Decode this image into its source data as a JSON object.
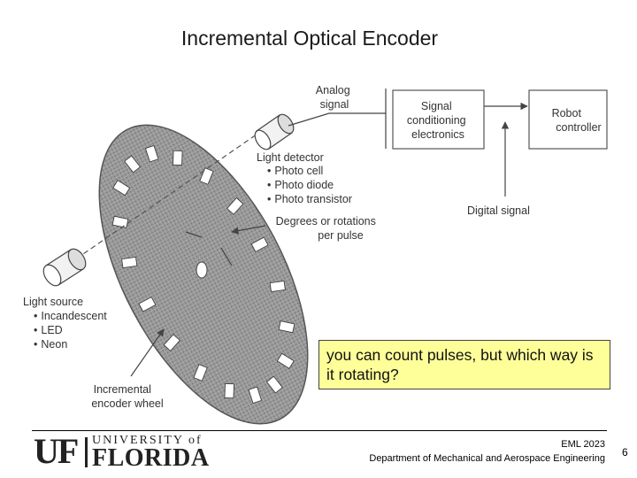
{
  "slide": {
    "title": "Incremental Optical Encoder",
    "callout": "you can count pulses, but which way is it rotating?",
    "page_number": "6"
  },
  "diagram": {
    "analog_signal": [
      "Analog",
      "signal"
    ],
    "signal_conditioning": [
      "Signal",
      "conditioning",
      "electronics"
    ],
    "robot_controller": [
      "Robot",
      "controller"
    ],
    "light_detector": {
      "heading": "Light detector",
      "items": [
        "Photo cell",
        "Photo diode",
        "Photo transistor"
      ]
    },
    "degrees_per_pulse": [
      "Degrees or rotations",
      "per pulse"
    ],
    "digital_signal": "Digital signal",
    "light_source": {
      "heading": "Light source",
      "items": [
        "Incandescent",
        "LED",
        "Neon"
      ]
    },
    "encoder_wheel": [
      "Incremental",
      "encoder wheel"
    ],
    "bullet": "•"
  },
  "footer": {
    "course": "EML 2023",
    "department": "Department of Mechanical and Aerospace Engineering",
    "logo": {
      "uf": "UF",
      "university_of": "UNIVERSITY of",
      "florida": "FLORIDA"
    }
  }
}
